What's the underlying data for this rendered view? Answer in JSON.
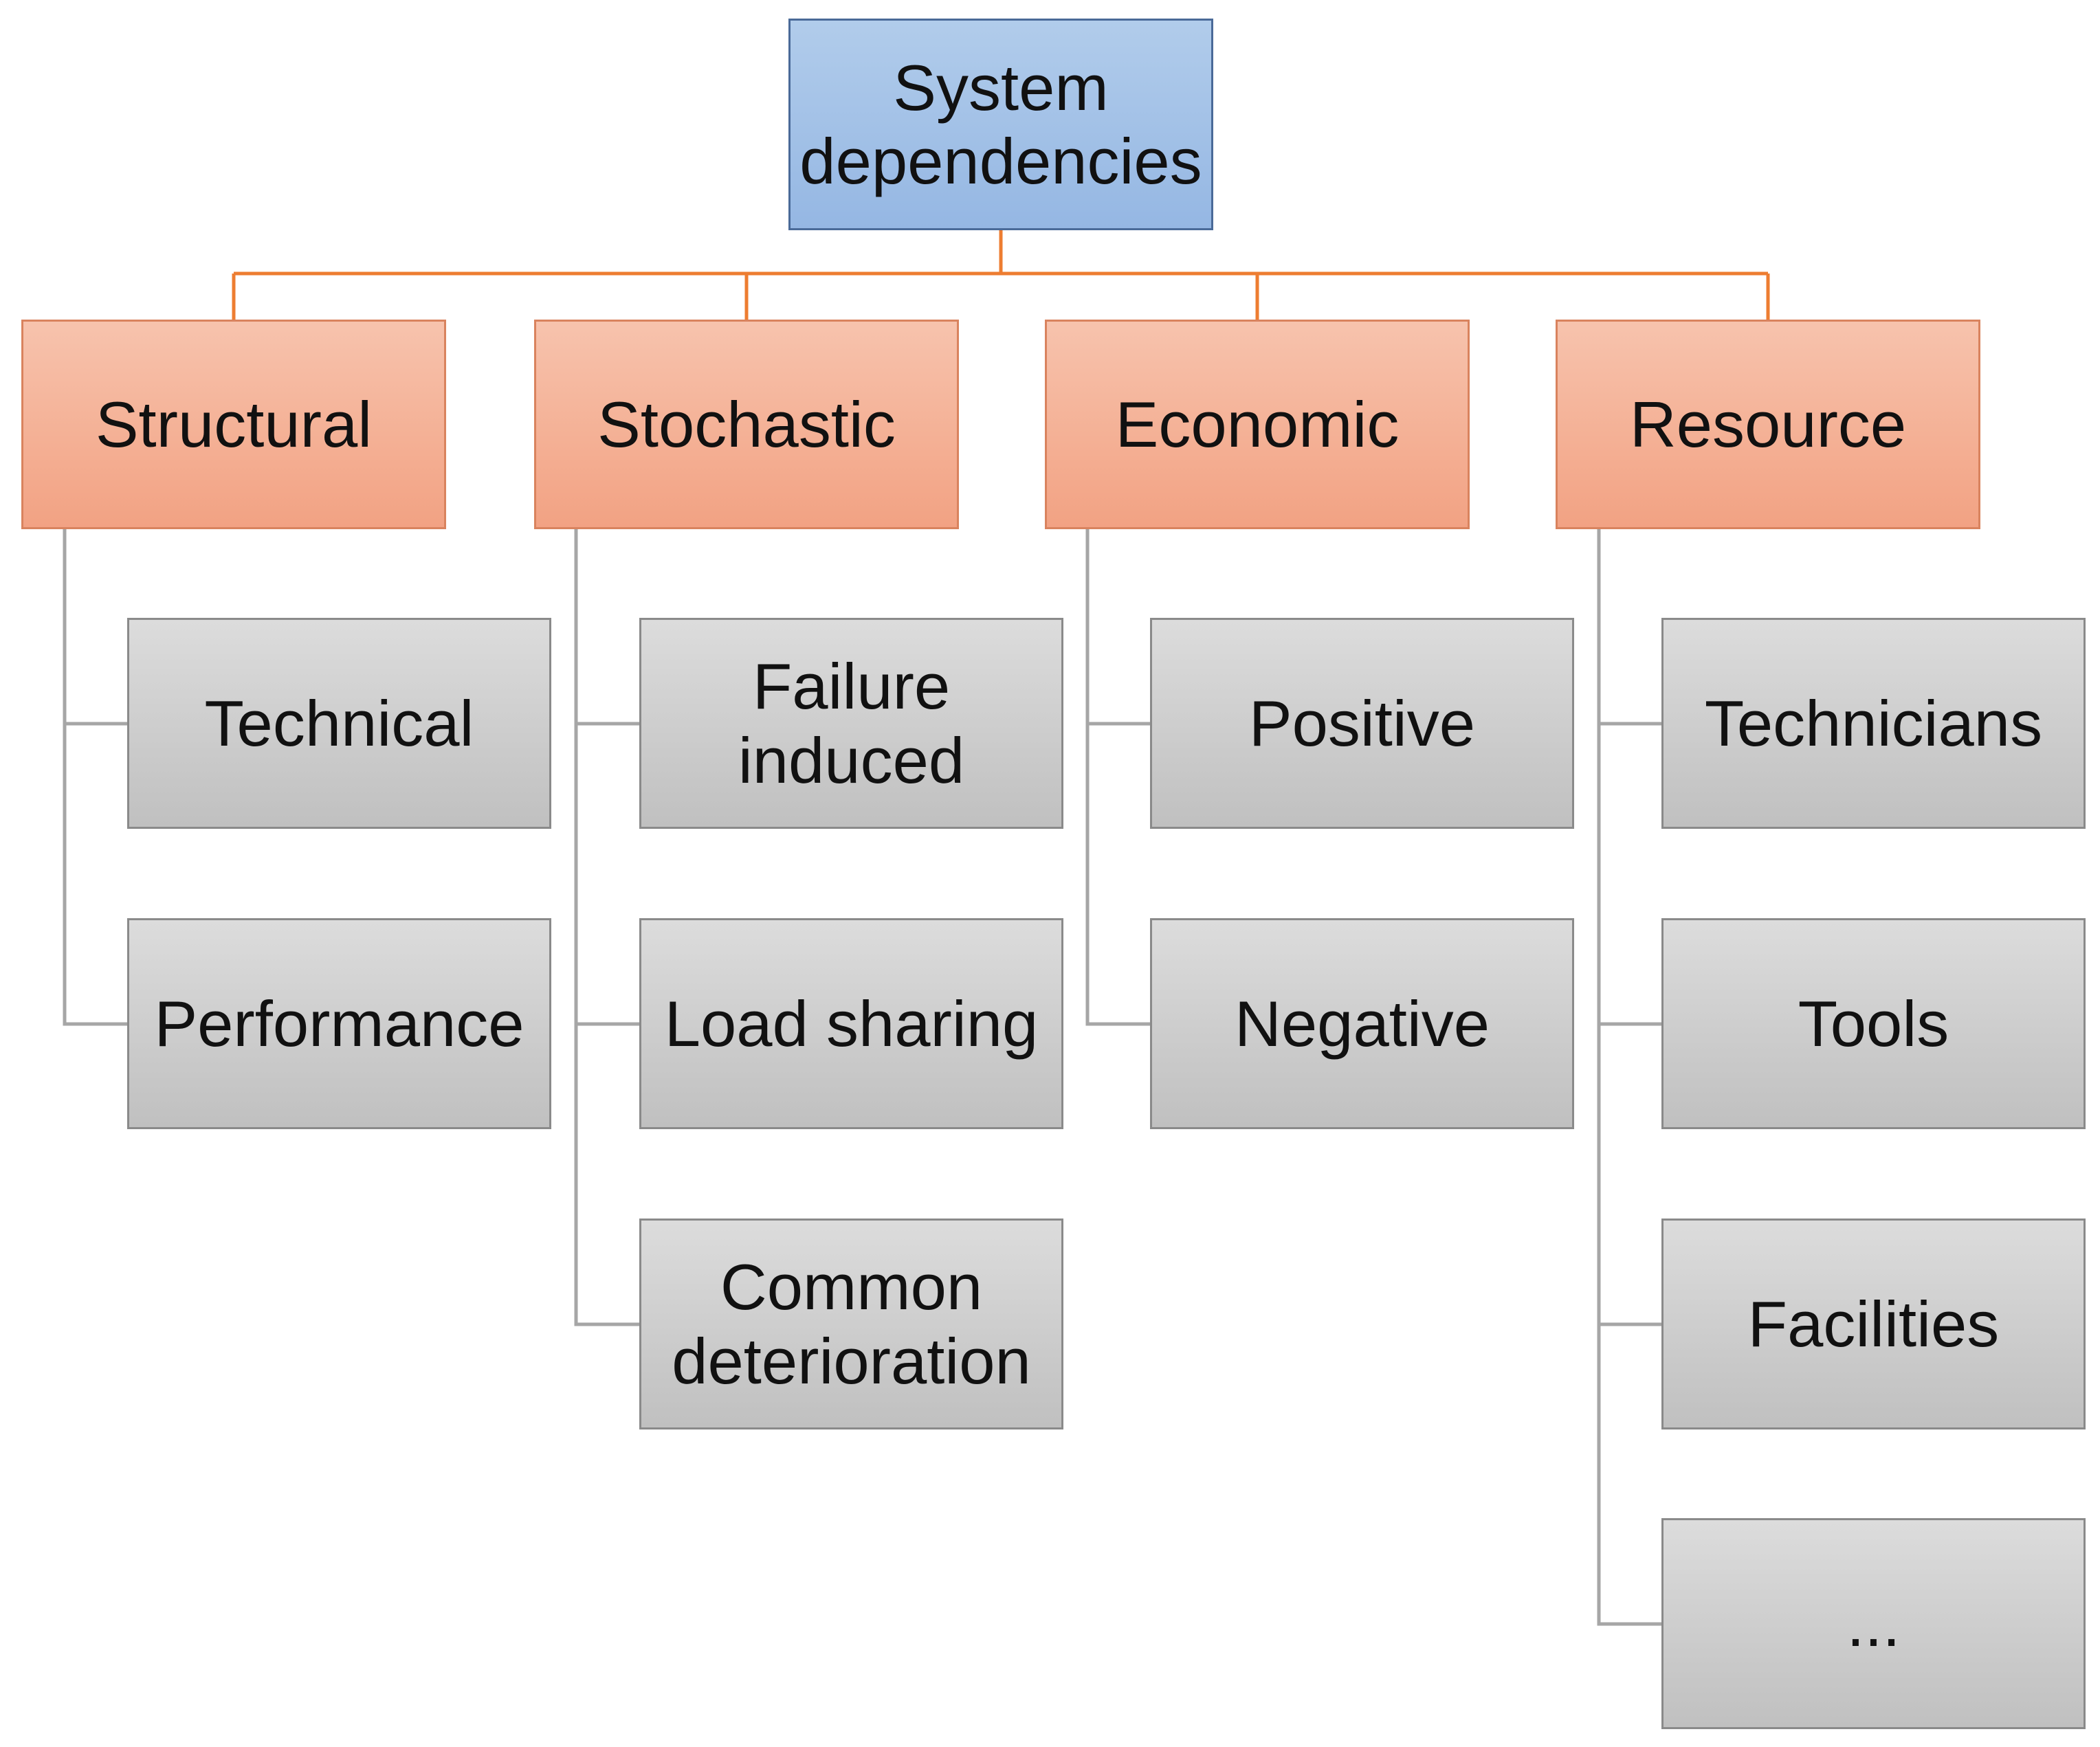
{
  "diagram": {
    "root": {
      "label": "System\ndependencies"
    },
    "categories": [
      {
        "label": "Structural",
        "items": [
          "Technical",
          "Performance"
        ]
      },
      {
        "label": "Stochastic",
        "items": [
          "Failure\ninduced",
          "Load sharing",
          "Common\ndeterioration"
        ]
      },
      {
        "label": "Economic",
        "items": [
          "Positive",
          "Negative"
        ]
      },
      {
        "label": "Resource",
        "items": [
          "Technicians",
          "Tools",
          "Facilities",
          "..."
        ]
      }
    ]
  },
  "colors": {
    "root_fill": "#a3c1e7",
    "category_fill": "#f4b094",
    "item_fill": "#cccccc",
    "root_connector": "#ed7d31",
    "item_connector": "#a6a6a6"
  }
}
